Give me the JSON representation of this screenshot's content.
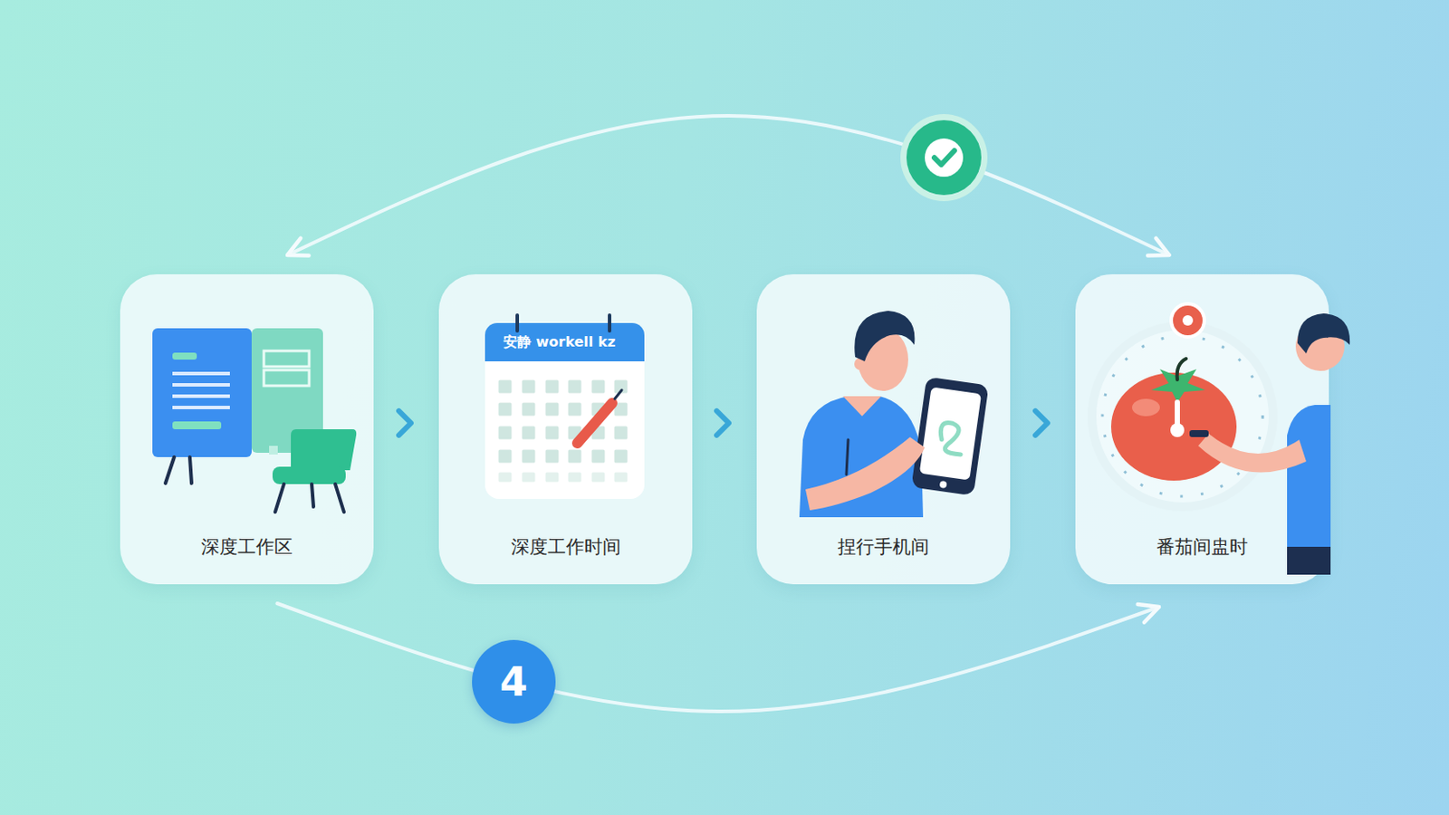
{
  "diagram": {
    "nodes": [
      {
        "text": [
          "深度工作区"
        ]
      },
      {
        "text": [
          "深度工作时间"
        ]
      },
      {
        "text": [
          "捏行手机间"
        ]
      },
      {
        "text": [
          "番茄间盅时"
        ]
      }
    ],
    "edges": [
      {
        "from": 0,
        "to": 1,
        "arrow": "to"
      },
      {
        "from": 1,
        "to": 2,
        "arrow": "to"
      },
      {
        "from": 2,
        "to": 3,
        "arrow": "to"
      },
      {
        "from": 0,
        "to": 3,
        "arrow": "both"
      },
      {
        "from": 0,
        "to": 3,
        "arrow": "to",
        "label": "4"
      }
    ],
    "labels": [
      "安静 workell kz"
    ]
  }
}
